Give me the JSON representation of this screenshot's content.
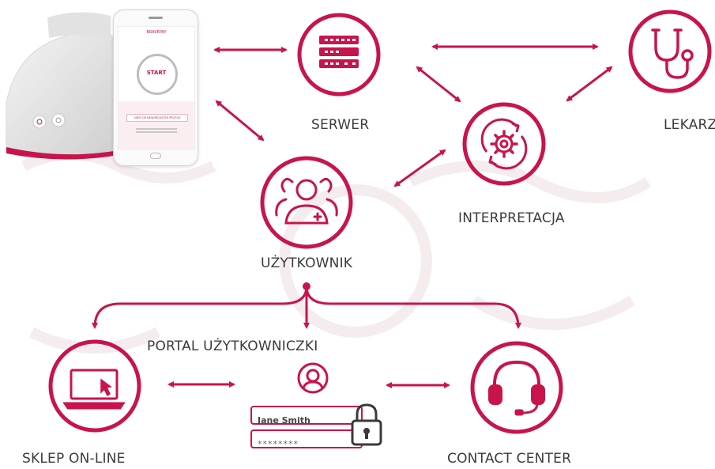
{
  "colors": {
    "accent": "#c8144b",
    "label": "#3b3b3b",
    "watermark": "#f6eef0"
  },
  "nodes": {
    "serwer": {
      "label": "SERWER",
      "icon": "server-icon"
    },
    "lekarz": {
      "label": "LEKARZ",
      "icon": "stethoscope-icon"
    },
    "interpretacja": {
      "label": "INTERPRETACJA",
      "icon": "gear-refresh-icon"
    },
    "uzytkownik": {
      "label": "UŻYTKOWNIK",
      "icon": "users-icon"
    },
    "portal": {
      "label": "PORTAL UŻYTKOWNICZKI",
      "icon": "user-login-icon"
    },
    "sklep": {
      "label": "SKLEP ON-LINE",
      "icon": "laptop-icon"
    },
    "contact": {
      "label": "CONTACT CENTER",
      "icon": "headset-icon"
    }
  },
  "login_card": {
    "name": "Jane Smith",
    "password": "********",
    "icon": "padlock-icon"
  },
  "phone": {
    "header": "BRAVEPAY",
    "start": "START",
    "button": "USER OR NEW/REGISTER PROFILE"
  }
}
